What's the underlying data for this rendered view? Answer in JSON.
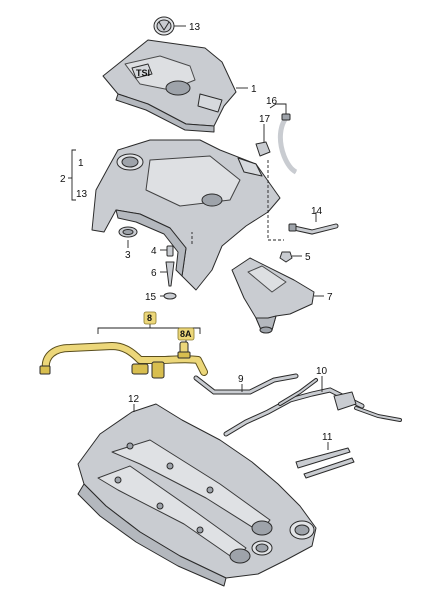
{
  "callouts": {
    "c1_upper": "1",
    "c13_top": "13",
    "c16": "16",
    "c17": "17",
    "c1_bracket": "1",
    "c2": "2",
    "c13_bracket": "13",
    "c14": "14",
    "c3": "3",
    "c4": "4",
    "c5": "5",
    "c6": "6",
    "c7": "7",
    "c15": "15",
    "c8": "8",
    "c8a": "8A",
    "c9": "9",
    "c10": "10",
    "c11": "11",
    "c12": "12"
  },
  "cover_badge_text": "TSI",
  "colors": {
    "part_grey": "#c9ccd1",
    "highlight_yellow": "#ecd77a",
    "line": "#222222"
  }
}
